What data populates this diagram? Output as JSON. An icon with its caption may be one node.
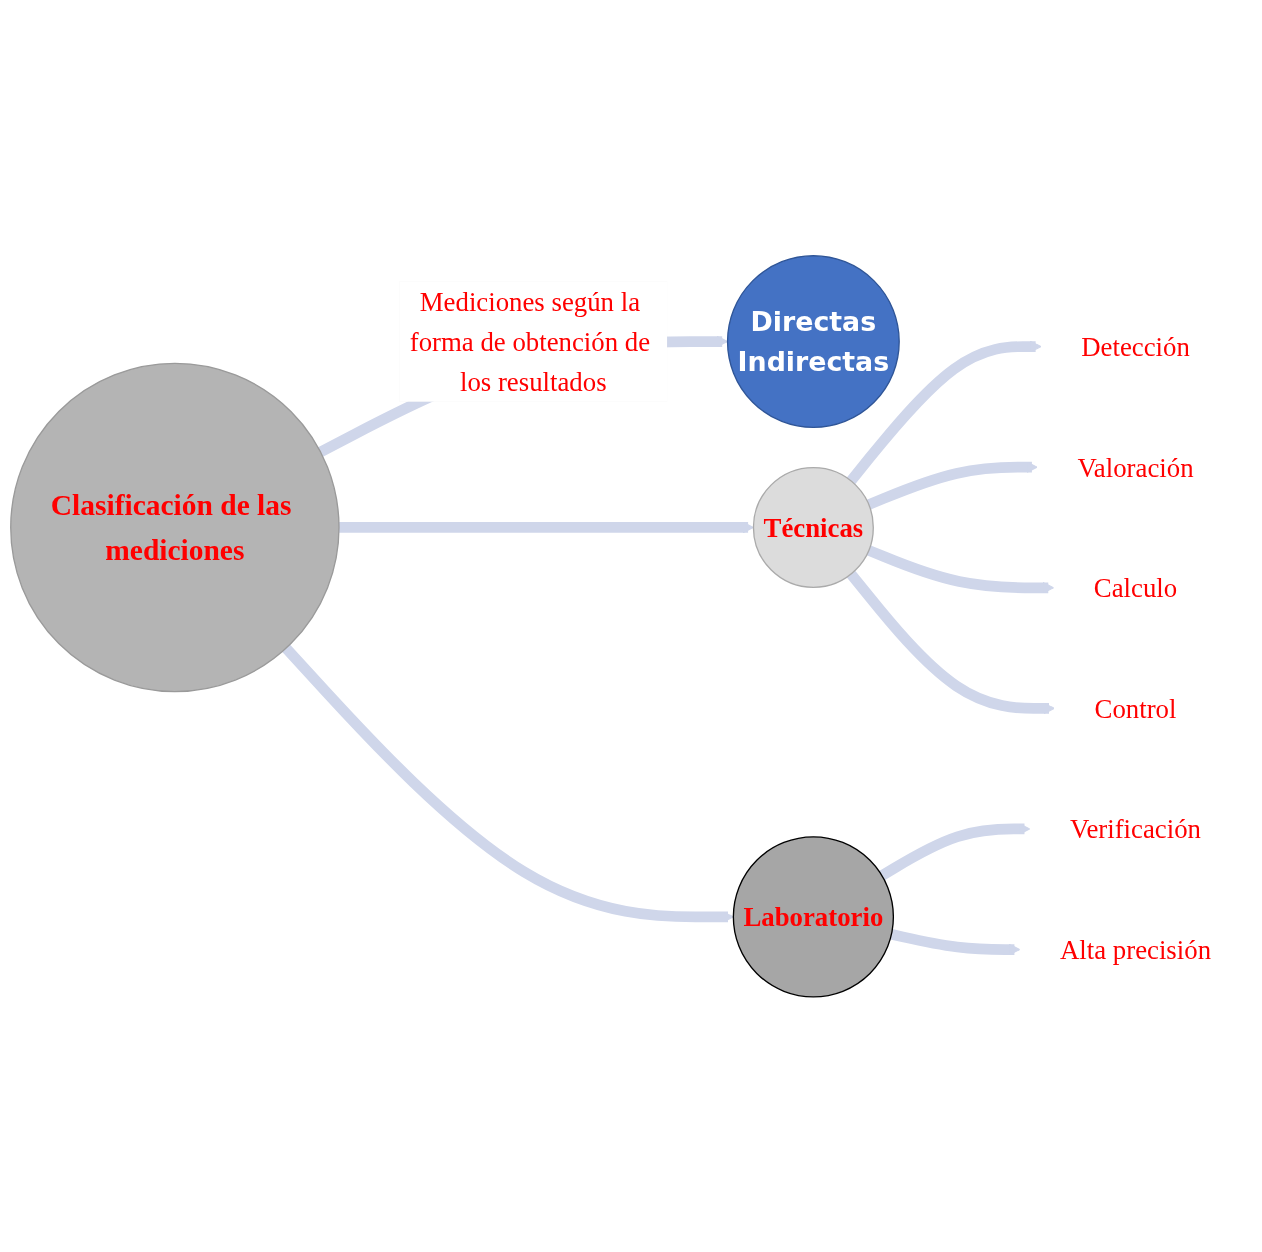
{
  "diagram": {
    "nodes": [
      {
        "text": [
          "Clasificación de las mediciones"
        ]
      },
      {
        "text": [
          "Directas",
          "Indirectas"
        ]
      },
      {
        "text": [
          "Técnicas"
        ]
      },
      {
        "text": [
          "Laboratorio"
        ]
      },
      {
        "text": [
          "Detección"
        ]
      },
      {
        "text": [
          "Valoración"
        ]
      },
      {
        "text": [
          "Calculo"
        ]
      },
      {
        "text": [
          "Control"
        ]
      },
      {
        "text": [
          "Verificación"
        ]
      },
      {
        "text": [
          "Alta precisión"
        ]
      }
    ],
    "edges": [
      {
        "from": 0,
        "to": 1,
        "arrow": "to",
        "label": "Mediciones según la forma de obtención de los resultados"
      },
      {
        "from": 0,
        "to": 2,
        "arrow": "to"
      },
      {
        "from": 0,
        "to": 3,
        "arrow": "to"
      },
      {
        "from": 2,
        "to": 4,
        "arrow": "to"
      },
      {
        "from": 2,
        "to": 5,
        "arrow": "to"
      },
      {
        "from": 2,
        "to": 6,
        "arrow": "to"
      },
      {
        "from": 2,
        "to": 7,
        "arrow": "to"
      },
      {
        "from": 3,
        "to": 8,
        "arrow": "to"
      },
      {
        "from": 3,
        "to": 9,
        "arrow": "to"
      }
    ]
  }
}
